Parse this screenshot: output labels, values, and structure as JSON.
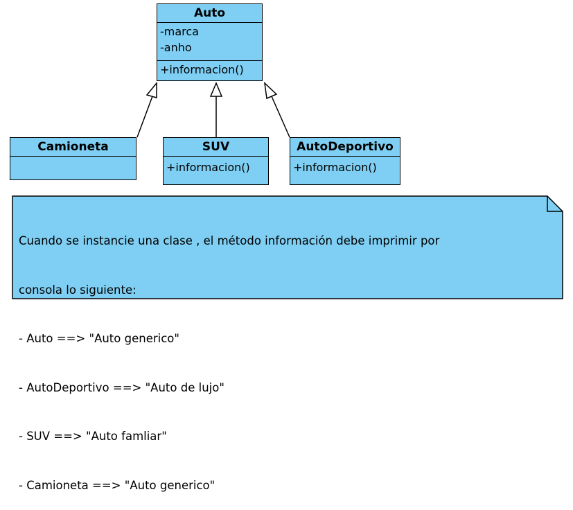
{
  "colors": {
    "class_fill": "#7ecff3",
    "stroke": "#000000"
  },
  "classes": {
    "auto": {
      "name": "Auto",
      "attributes": [
        "-marca",
        "-anho"
      ],
      "methods": [
        "+informacion()"
      ]
    },
    "camioneta": {
      "name": "Camioneta"
    },
    "suv": {
      "name": "SUV",
      "methods": [
        "+informacion()"
      ]
    },
    "autodeportivo": {
      "name": "AutoDeportivo",
      "methods": [
        "+informacion()"
      ]
    }
  },
  "note": {
    "lines": [
      "Cuando se instancie una clase , el método información debe imprimir por",
      "consola lo siguiente:",
      "- Auto ==> \"Auto generico\"",
      "- AutoDeportivo ==> \"Auto de lujo\"",
      "- SUV ==> \"Auto famliar\"",
      "- Camioneta ==> \"Auto generico\""
    ]
  },
  "relations": [
    {
      "from": "Camioneta",
      "to": "Auto",
      "type": "generalization"
    },
    {
      "from": "SUV",
      "to": "Auto",
      "type": "generalization"
    },
    {
      "from": "AutoDeportivo",
      "to": "Auto",
      "type": "generalization"
    }
  ]
}
